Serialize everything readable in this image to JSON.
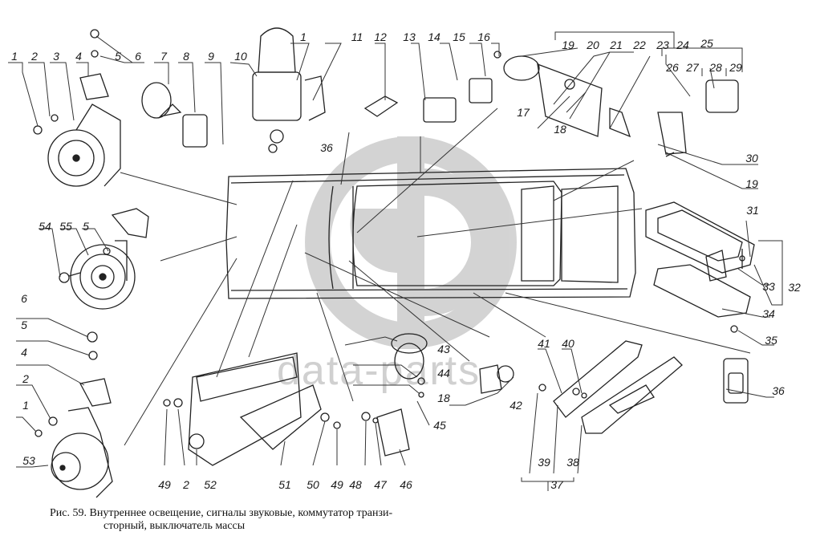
{
  "figure": {
    "caption_prefix": "Рис. 59.",
    "caption_line1": "Внутреннее освещение, сигналы звуковые, коммутатор транзи-",
    "caption_line2": "сторный, выключатель массы",
    "watermark_text": "data-parts",
    "watermark_logo": "circle-logo"
  },
  "callouts": [
    {
      "id": "c1a",
      "n": "1"
    },
    {
      "id": "c2a",
      "n": "2"
    },
    {
      "id": "c3",
      "n": "3"
    },
    {
      "id": "c4a",
      "n": "4"
    },
    {
      "id": "c5a",
      "n": "5"
    },
    {
      "id": "c6a",
      "n": "6"
    },
    {
      "id": "c7",
      "n": "7"
    },
    {
      "id": "c8",
      "n": "8"
    },
    {
      "id": "c9",
      "n": "9"
    },
    {
      "id": "c10",
      "n": "10"
    },
    {
      "id": "c1b",
      "n": "1"
    },
    {
      "id": "c11",
      "n": "11"
    },
    {
      "id": "c12",
      "n": "12"
    },
    {
      "id": "c13",
      "n": "13"
    },
    {
      "id": "c14",
      "n": "14"
    },
    {
      "id": "c15",
      "n": "15"
    },
    {
      "id": "c16",
      "n": "16"
    },
    {
      "id": "c19a",
      "n": "19"
    },
    {
      "id": "c20",
      "n": "20"
    },
    {
      "id": "c21",
      "n": "21"
    },
    {
      "id": "c22",
      "n": "22"
    },
    {
      "id": "c23",
      "n": "23"
    },
    {
      "id": "c24",
      "n": "24"
    },
    {
      "id": "c25",
      "n": "25"
    },
    {
      "id": "c26",
      "n": "26"
    },
    {
      "id": "c27",
      "n": "27"
    },
    {
      "id": "c28",
      "n": "28"
    },
    {
      "id": "c29",
      "n": "29"
    },
    {
      "id": "c17",
      "n": "17"
    },
    {
      "id": "c18a",
      "n": "18"
    },
    {
      "id": "c30",
      "n": "30"
    },
    {
      "id": "c19b",
      "n": "19"
    },
    {
      "id": "c36a",
      "n": "36"
    },
    {
      "id": "c31",
      "n": "31"
    },
    {
      "id": "c32",
      "n": "32"
    },
    {
      "id": "c33",
      "n": "33"
    },
    {
      "id": "c34",
      "n": "34"
    },
    {
      "id": "c35",
      "n": "35"
    },
    {
      "id": "c54",
      "n": "54"
    },
    {
      "id": "c55",
      "n": "55"
    },
    {
      "id": "c5b",
      "n": "5"
    },
    {
      "id": "c6b",
      "n": "6"
    },
    {
      "id": "c5c",
      "n": "5"
    },
    {
      "id": "c4b",
      "n": "4"
    },
    {
      "id": "c2b",
      "n": "2"
    },
    {
      "id": "c1c",
      "n": "1"
    },
    {
      "id": "c53",
      "n": "53"
    },
    {
      "id": "c43",
      "n": "43"
    },
    {
      "id": "c44",
      "n": "44"
    },
    {
      "id": "c18b",
      "n": "18"
    },
    {
      "id": "c45",
      "n": "45"
    },
    {
      "id": "c42",
      "n": "42"
    },
    {
      "id": "c41",
      "n": "41"
    },
    {
      "id": "c40",
      "n": "40"
    },
    {
      "id": "c36b",
      "n": "36"
    },
    {
      "id": "c49a",
      "n": "49"
    },
    {
      "id": "c2c",
      "n": "2"
    },
    {
      "id": "c52",
      "n": "52"
    },
    {
      "id": "c51",
      "n": "51"
    },
    {
      "id": "c50",
      "n": "50"
    },
    {
      "id": "c49b",
      "n": "49"
    },
    {
      "id": "c48",
      "n": "48"
    },
    {
      "id": "c47",
      "n": "47"
    },
    {
      "id": "c46",
      "n": "46"
    },
    {
      "id": "c39",
      "n": "39"
    },
    {
      "id": "c38",
      "n": "38"
    },
    {
      "id": "c37",
      "n": "37"
    }
  ]
}
